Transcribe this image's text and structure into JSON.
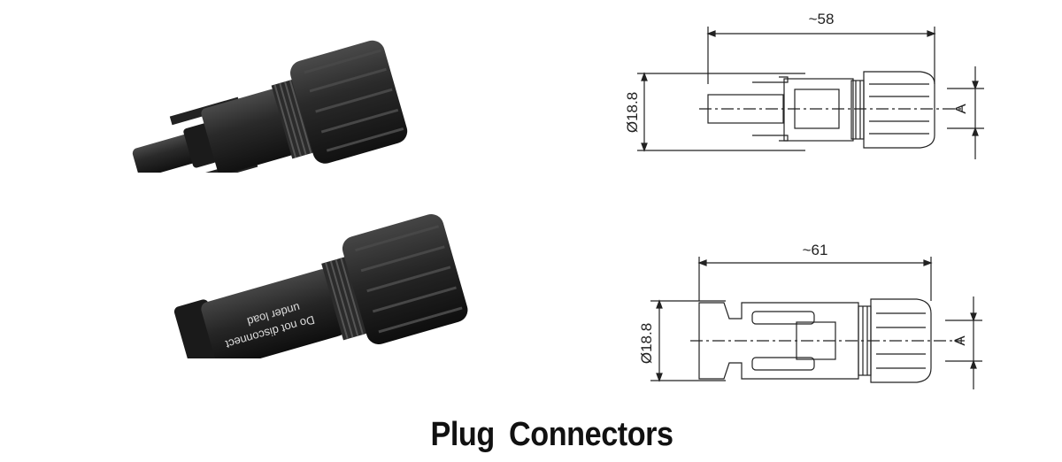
{
  "title": "Plug  Connectors",
  "photo_bottom_label": {
    "line1": "Do not disconnect",
    "line2": "under load"
  },
  "drawing_top": {
    "length_label": "~58",
    "diameter_label": "Ø18.8",
    "side_label": "A"
  },
  "drawing_bottom": {
    "length_label": "~61",
    "diameter_label": "Ø18.8",
    "side_label": "A"
  },
  "colors": {
    "body": "#1e1e1e",
    "body_highlight": "#3a3a3a",
    "line": "#222222"
  }
}
